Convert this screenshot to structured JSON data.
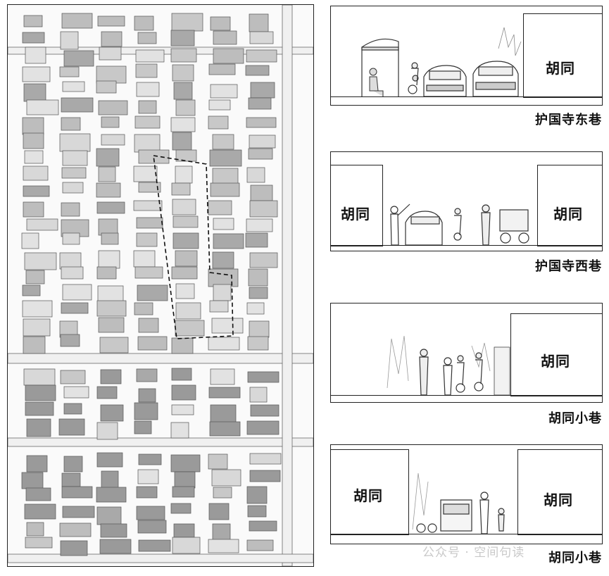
{
  "sections": [
    {
      "caption": "护国寺东巷",
      "labels": [
        "胡同"
      ]
    },
    {
      "caption": "护国寺西巷",
      "labels": [
        "胡同",
        "胡同"
      ]
    },
    {
      "caption": "胡同小巷",
      "labels": [
        "胡同"
      ]
    },
    {
      "caption": "胡同小巷",
      "labels": [
        "胡同",
        "胡同"
      ]
    }
  ],
  "watermark": "公众号 · 空间句读"
}
